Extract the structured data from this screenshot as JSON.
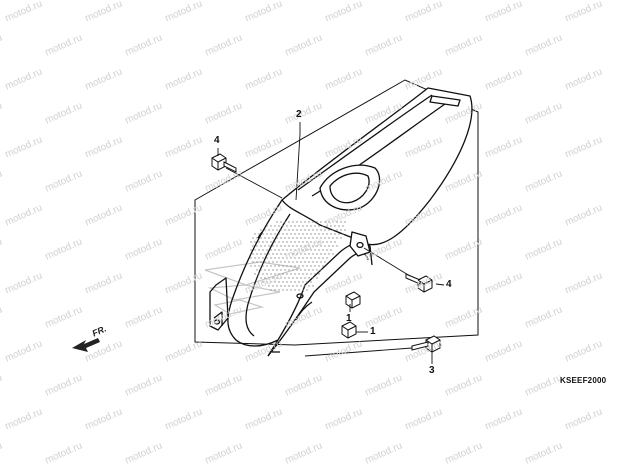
{
  "diagram": {
    "callouts": [
      {
        "id": "c2",
        "label": "2"
      },
      {
        "id": "c4a",
        "label": "4"
      },
      {
        "id": "c4b",
        "label": "4"
      },
      {
        "id": "c1a",
        "label": "1"
      },
      {
        "id": "c1b",
        "label": "1"
      },
      {
        "id": "c3",
        "label": "3"
      }
    ],
    "direction_label": "FR.",
    "drawing_code": "KSEEF2000",
    "watermark_text": "motod.ru",
    "colors": {
      "line": "#111111",
      "watermark": "#d0d0d0"
    }
  }
}
